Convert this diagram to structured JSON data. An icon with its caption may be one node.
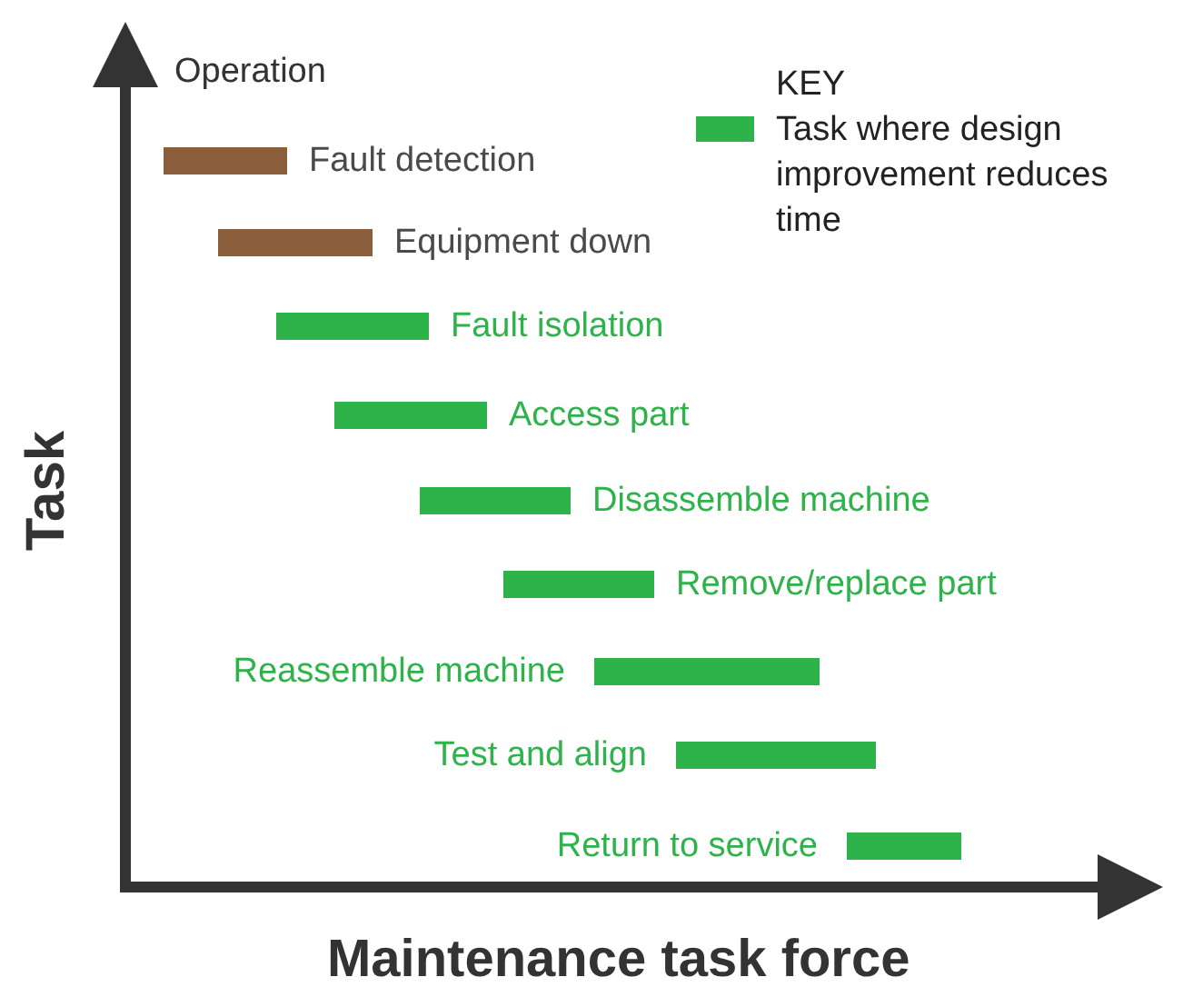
{
  "diagram": {
    "nodes": [
      {
        "text": [],
        "shape": "bar"
      },
      {
        "text": [],
        "shape": "bar"
      },
      {
        "text": [],
        "shape": "bar"
      },
      {
        "text": [],
        "shape": "bar"
      },
      {
        "text": [],
        "shape": "bar"
      },
      {
        "text": [],
        "shape": "bar"
      },
      {
        "text": [],
        "shape": "bar"
      },
      {
        "text": [],
        "shape": "bar"
      },
      {
        "text": [],
        "shape": "bar"
      }
    ],
    "labels": [
      "Operation",
      "KEY",
      "Fault detection",
      "Equipment down",
      "Fault isolation",
      "Access part",
      "Disassemble machine",
      "Remove/replace part",
      "Reassemble machine",
      "Test and align",
      "Return to service",
      "Task",
      "Maintenance task force"
    ],
    "legend": [
      {
        "text": "Task where design improvement reduces time",
        "color": "#2eb34a"
      }
    ]
  }
}
